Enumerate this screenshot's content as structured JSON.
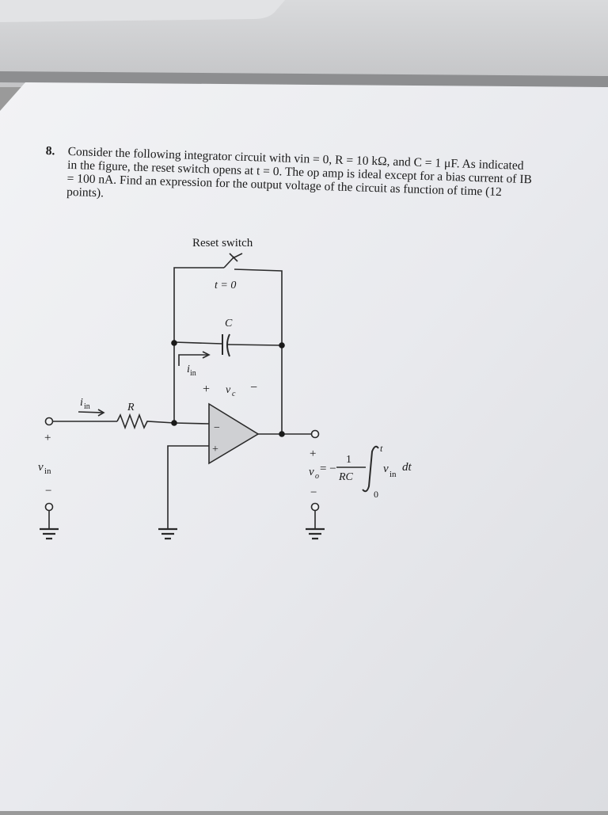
{
  "problem": {
    "number": "8.",
    "lines": [
      "Consider the following integrator circuit with vin = 0, R = 10 kΩ, and C = 1 μF. As indicated",
      "in the figure, the reset switch opens at t = 0. The op amp is ideal except for a bias current of IB",
      "= 100 nA. Find an expression for the output voltage of the circuit as function of time (12",
      "points)."
    ]
  },
  "figure": {
    "switch_label": "Reset switch",
    "switch_time": "t = 0",
    "capacitor_label": "C",
    "resistor_label": "R",
    "current_label": "i",
    "current_sub": "in",
    "cap_voltage": "v",
    "cap_voltage_sub": "c",
    "cap_plus": "+",
    "cap_minus": "−",
    "input_voltage": "v",
    "input_sub": "in",
    "plus_sign": "+",
    "minus_sign": "−",
    "output_voltage": "v",
    "output_sub": "o",
    "equation_eq": "= −",
    "equation_num": "1",
    "equation_den": "RC",
    "integral_upper": "t",
    "integral_lower": "0",
    "integrand": "v",
    "integrand_sub": "in",
    "differential": "dt",
    "opamp_inv": "−",
    "opamp_noninv": "+"
  }
}
